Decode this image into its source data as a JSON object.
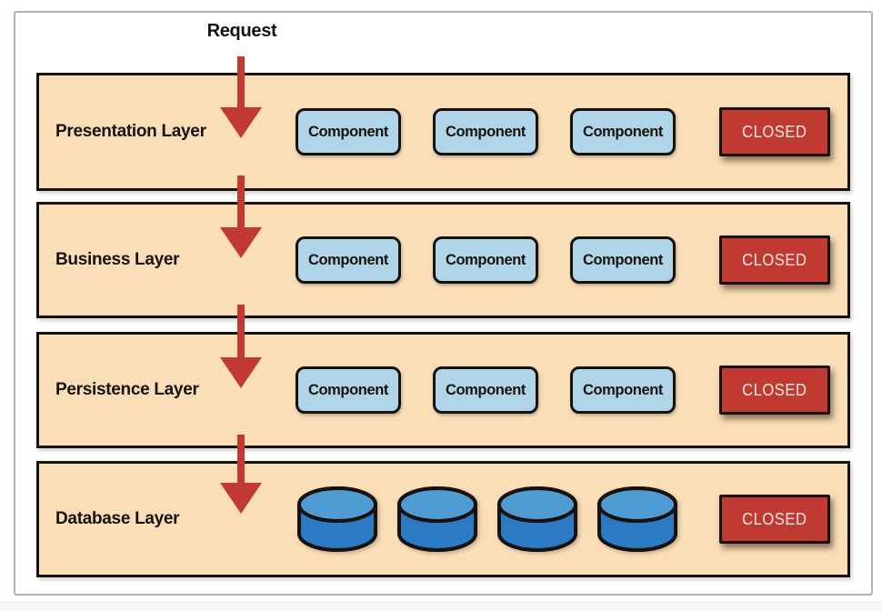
{
  "diagram": {
    "request_label": "Request",
    "layers": [
      {
        "label": "Presentation Layer",
        "components": [
          "Component",
          "Component",
          "Component"
        ],
        "status": "CLOSED"
      },
      {
        "label": "Business Layer",
        "components": [
          "Component",
          "Component",
          "Component"
        ],
        "status": "CLOSED"
      },
      {
        "label": "Persistence Layer",
        "components": [
          "Component",
          "Component",
          "Component"
        ],
        "status": "CLOSED"
      },
      {
        "label": "Database Layer",
        "database_count": 4,
        "status": "CLOSED"
      }
    ]
  },
  "colors": {
    "layer_fill": "#f9deb7",
    "outline": "#17120e",
    "component_fill": "#b0d5e9",
    "closed_fill": "#c13a32",
    "closed_text": "#f4e9e5",
    "arrow": "#c13a32",
    "db_top": "#4f9bd4",
    "db_body": "#2b7ac4",
    "frame_border": "#b3b3b3",
    "text": "#17120e"
  }
}
